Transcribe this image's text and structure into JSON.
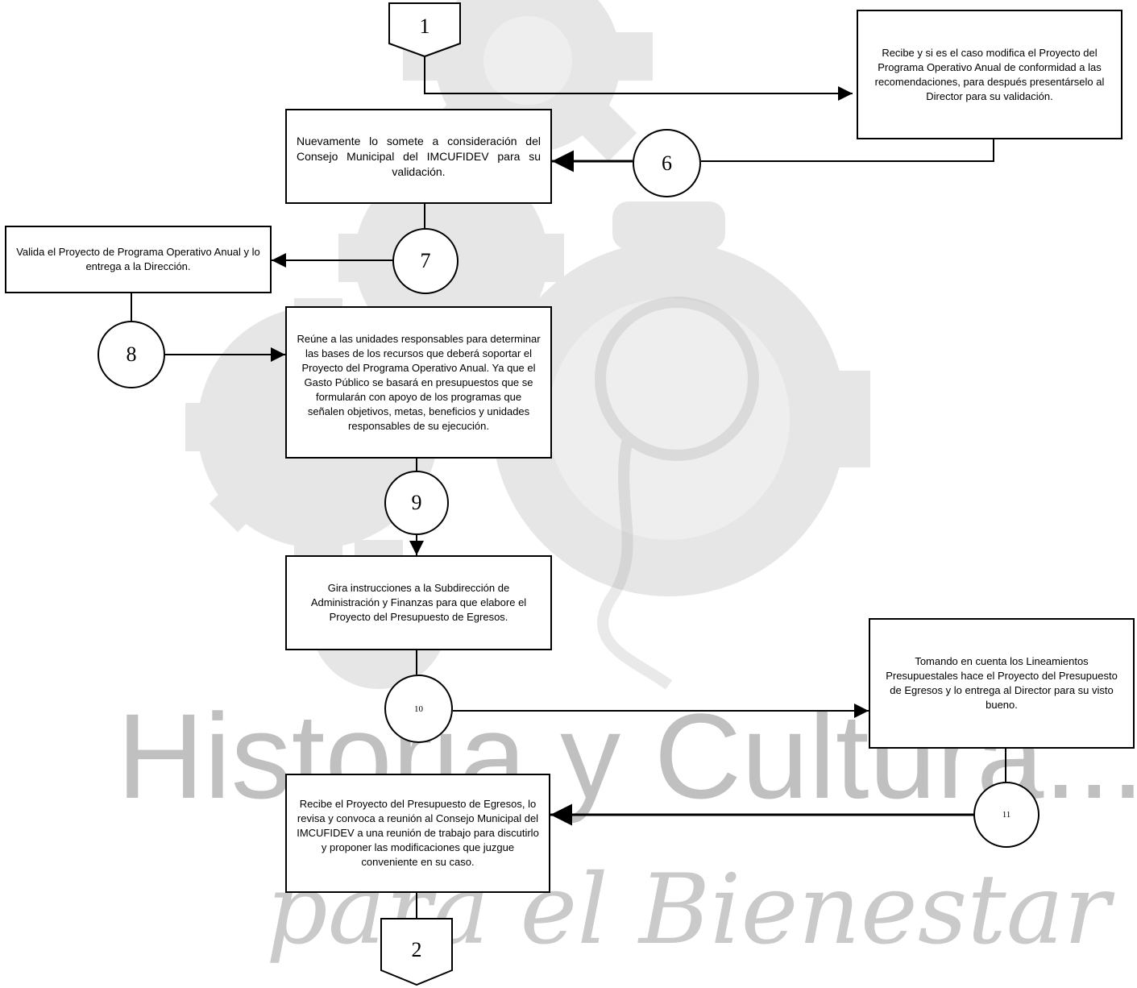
{
  "watermark": {
    "line1": "Historia y Cultura...",
    "line2": "para el Bienestar"
  },
  "connectors": {
    "top": "1",
    "bottom": "2"
  },
  "steps": [
    {
      "id": "step5",
      "text": "Recibe y si es el caso modifica el Proyecto del Programa Operativo Anual de conformidad a las recomendaciones, para después presentárselo al Director para su validación."
    },
    {
      "id": "step6",
      "number": "6",
      "text": "Nuevamente lo somete a consideración del Consejo Municipal del IMCUFIDEV para su validación."
    },
    {
      "id": "step7",
      "number": "7",
      "text": "Valida el Proyecto de Programa Operativo Anual y lo entrega a la Dirección."
    },
    {
      "id": "step8",
      "number": "8",
      "text": "Reúne a las unidades responsables para determinar las bases de los recursos que deberá soportar el Proyecto del Programa Operativo Anual. Ya que el Gasto Público se basará en presupuestos que se formularán con apoyo de los programas que señalen objetivos, metas, beneficios y unidades responsables de su ejecución."
    },
    {
      "id": "step9",
      "number": "9",
      "text": "Gira instrucciones a la Subdirección de Administración y Finanzas para que elabore el Proyecto del Presupuesto de Egresos."
    },
    {
      "id": "step10",
      "number": "10",
      "text": "Tomando en cuenta los Lineamientos Presupuestales hace el Proyecto del Presupuesto de Egresos y lo entrega al Director para su visto bueno."
    },
    {
      "id": "step11",
      "number": "11",
      "text": "Recibe el Proyecto del Presupuesto de Egresos, lo revisa y convoca a reunión al Consejo Municipal del IMCUFIDEV a una reunión de trabajo para discutirlo y proponer las modificaciones que juzgue conveniente en su caso."
    }
  ],
  "colors": {
    "line": "#000000",
    "watermark": "#9a9a9a"
  }
}
